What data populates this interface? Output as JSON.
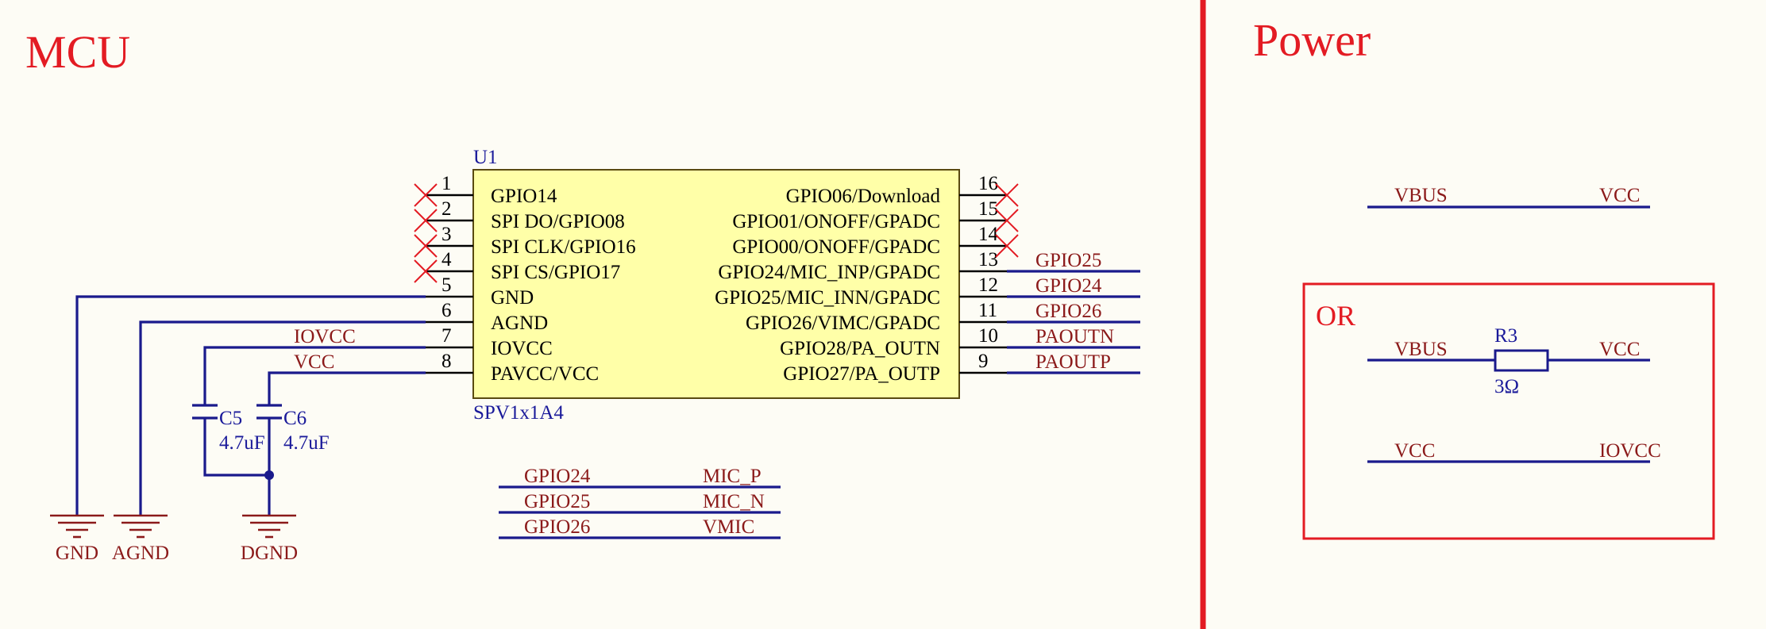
{
  "sections": {
    "mcu_title": "MCU",
    "power_title": "Power"
  },
  "chip": {
    "ref": "U1",
    "part": "SPV1x1A4",
    "left_pins": [
      {
        "num": "1",
        "name": "GPIO14"
      },
      {
        "num": "2",
        "name": "SPI DO/GPIO08"
      },
      {
        "num": "3",
        "name": "SPI CLK/GPIO16"
      },
      {
        "num": "4",
        "name": "SPI CS/GPIO17"
      },
      {
        "num": "5",
        "name": "GND"
      },
      {
        "num": "6",
        "name": "AGND"
      },
      {
        "num": "7",
        "name": "IOVCC"
      },
      {
        "num": "8",
        "name": "PAVCC/VCC"
      }
    ],
    "right_pins": [
      {
        "num": "16",
        "name": "GPIO06/Download"
      },
      {
        "num": "15",
        "name": "GPIO01/ONOFF/GPADC"
      },
      {
        "num": "14",
        "name": "GPIO00/ONOFF/GPADC"
      },
      {
        "num": "13",
        "name": "GPIO24/MIC_INP/GPADC"
      },
      {
        "num": "12",
        "name": "GPIO25/MIC_INN/GPADC"
      },
      {
        "num": "11",
        "name": "GPIO26/VIMC/GPADC"
      },
      {
        "num": "10",
        "name": "GPIO28/PA_OUTN"
      },
      {
        "num": "9",
        "name": "GPIO27/PA_OUTP"
      }
    ],
    "right_nets": [
      "GPIO25",
      "GPIO24",
      "GPIO26",
      "PAOUTN",
      "PAOUTP"
    ]
  },
  "left_nets": {
    "iovcc": "IOVCC",
    "vcc": "VCC"
  },
  "capacitors": [
    {
      "ref": "C5",
      "value": "4.7uF"
    },
    {
      "ref": "C6",
      "value": "4.7uF"
    }
  ],
  "grounds": [
    "GND",
    "AGND",
    "DGND"
  ],
  "net_aliases": [
    {
      "left": "GPIO24",
      "right": "MIC_P"
    },
    {
      "left": "GPIO25",
      "right": "MIC_N"
    },
    {
      "left": "GPIO26",
      "right": "VMIC"
    }
  ],
  "power": {
    "top_link": {
      "left": "VBUS",
      "right": "VCC"
    },
    "option_label": "OR",
    "resistor": {
      "ref": "R3",
      "value": "3Ω",
      "left": "VBUS",
      "right": "VCC"
    },
    "bottom_link": {
      "left": "VCC",
      "right": "IOVCC"
    }
  },
  "colors": {
    "title_red": "#e31b23",
    "wire_blue": "#1a1a8c",
    "net_label_red": "#8b1a1a",
    "chip_fill": "#ffffa8"
  }
}
